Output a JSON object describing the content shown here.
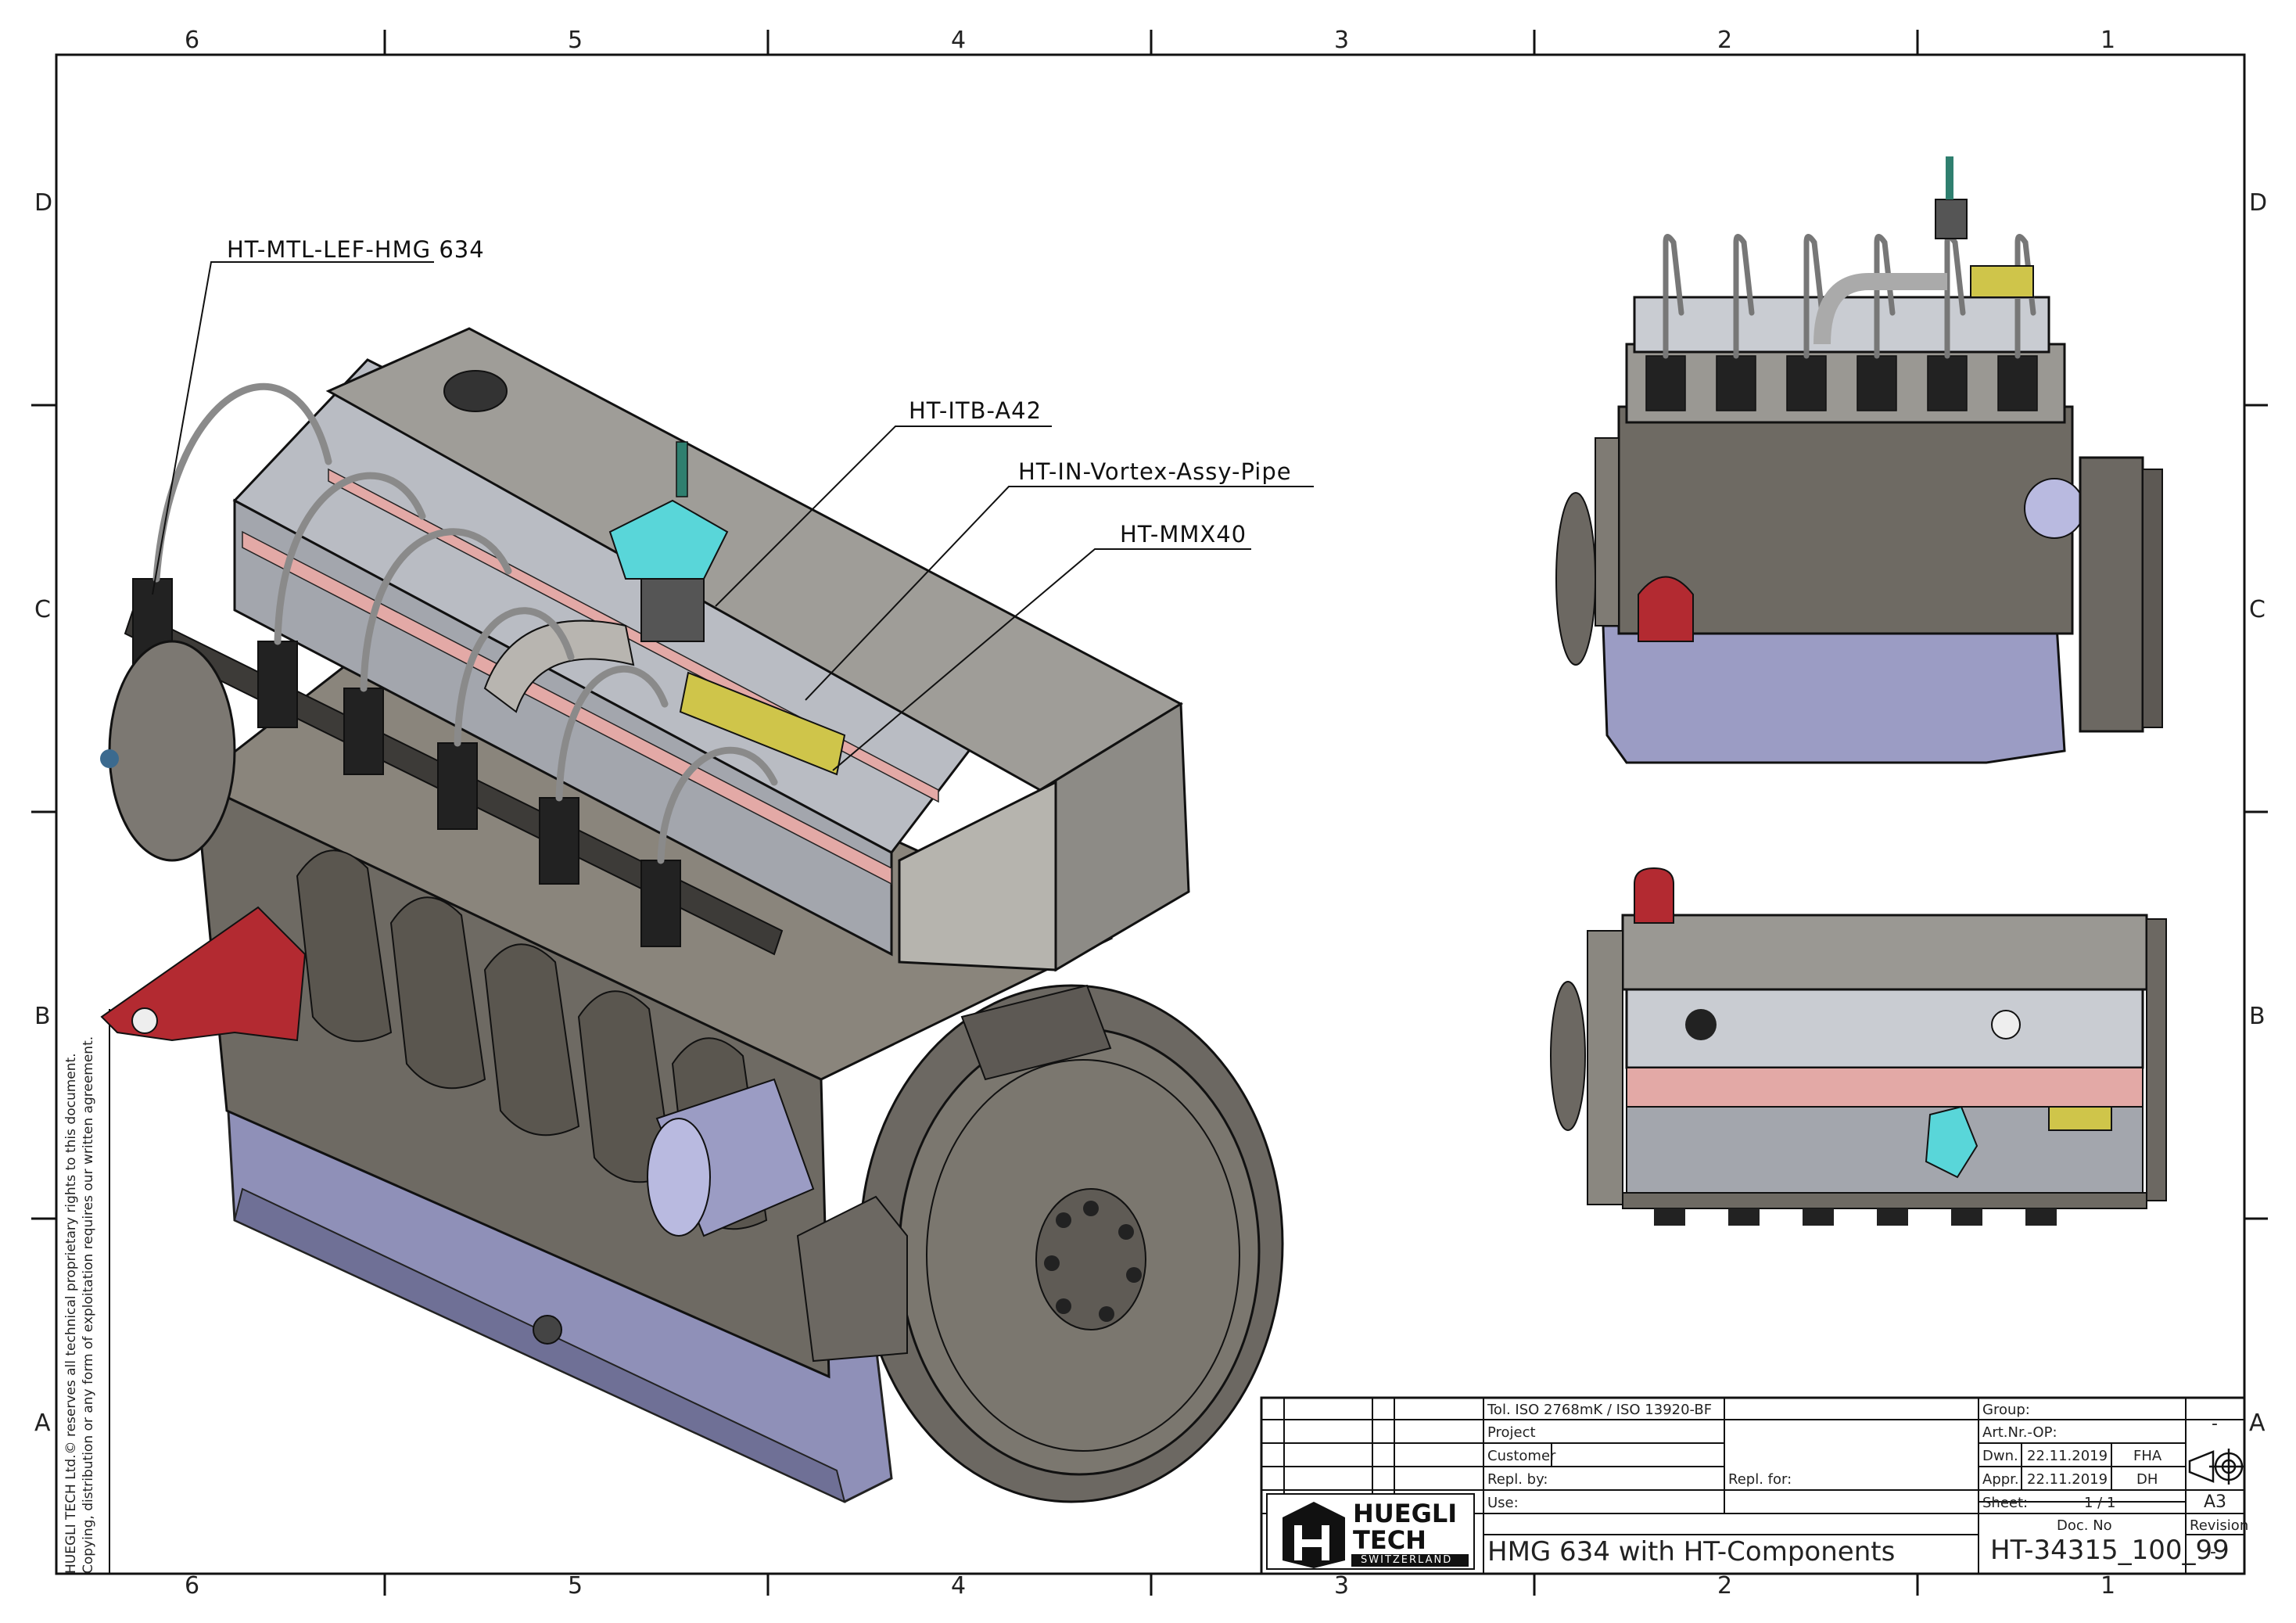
{
  "frame": {
    "columns": [
      "6",
      "5",
      "4",
      "3",
      "2",
      "1"
    ],
    "rows": [
      "D",
      "C",
      "B",
      "A"
    ]
  },
  "callouts": [
    {
      "label": "HT-MTL-LEF-HMG 634"
    },
    {
      "label": "HT-ITB-A42"
    },
    {
      "label": "HT-IN-Vortex-Assy-Pipe"
    },
    {
      "label": "HT-MMX40"
    }
  ],
  "notice": {
    "line1": "HUEGLI TECH Ltd.© reserves all technical proprietary rights to this document.",
    "line2": "Copying, distribution or any form of exploitation requires our written agreement."
  },
  "title_block": {
    "tolerance": "Tol. ISO 2768mK / ISO 13920-BF",
    "project_label": "Project",
    "customer_label": "Customer",
    "repl_by_label": "Repl. by:",
    "repl_for_label": "Repl. for:",
    "use_label": "Use:",
    "title": "HMG 634 with HT-Components",
    "group_label": "Group:",
    "group_value": "-",
    "artnr_label": "Art.Nr.-OP:",
    "drawn_label": "Dwn.",
    "drawn_date": "22.11.2019",
    "drawn_by": "FHA",
    "approved_label": "Appr.",
    "approved_date": "22.11.2019",
    "approved_by": "DH",
    "sheet_label": "Sheet:",
    "sheet_value": "1 / 1",
    "format": "A3",
    "docno_label": "Doc. No",
    "docno": "HT-34315_100_99",
    "revision_label": "Revision",
    "revision": "-",
    "logo_line1": "HUEGLI",
    "logo_line2": "TECH",
    "logo_line3": "SWITZERLAND"
  },
  "colors": {
    "engine_grey": "#6e6a63",
    "head_silver": "#c9ccd2",
    "pan_lavender": "#9b9cc4",
    "accent_red": "#b32a31",
    "accent_cyan": "#59d6d9",
    "accent_yellow": "#cfc54a",
    "pink": "#e3a9a6"
  }
}
